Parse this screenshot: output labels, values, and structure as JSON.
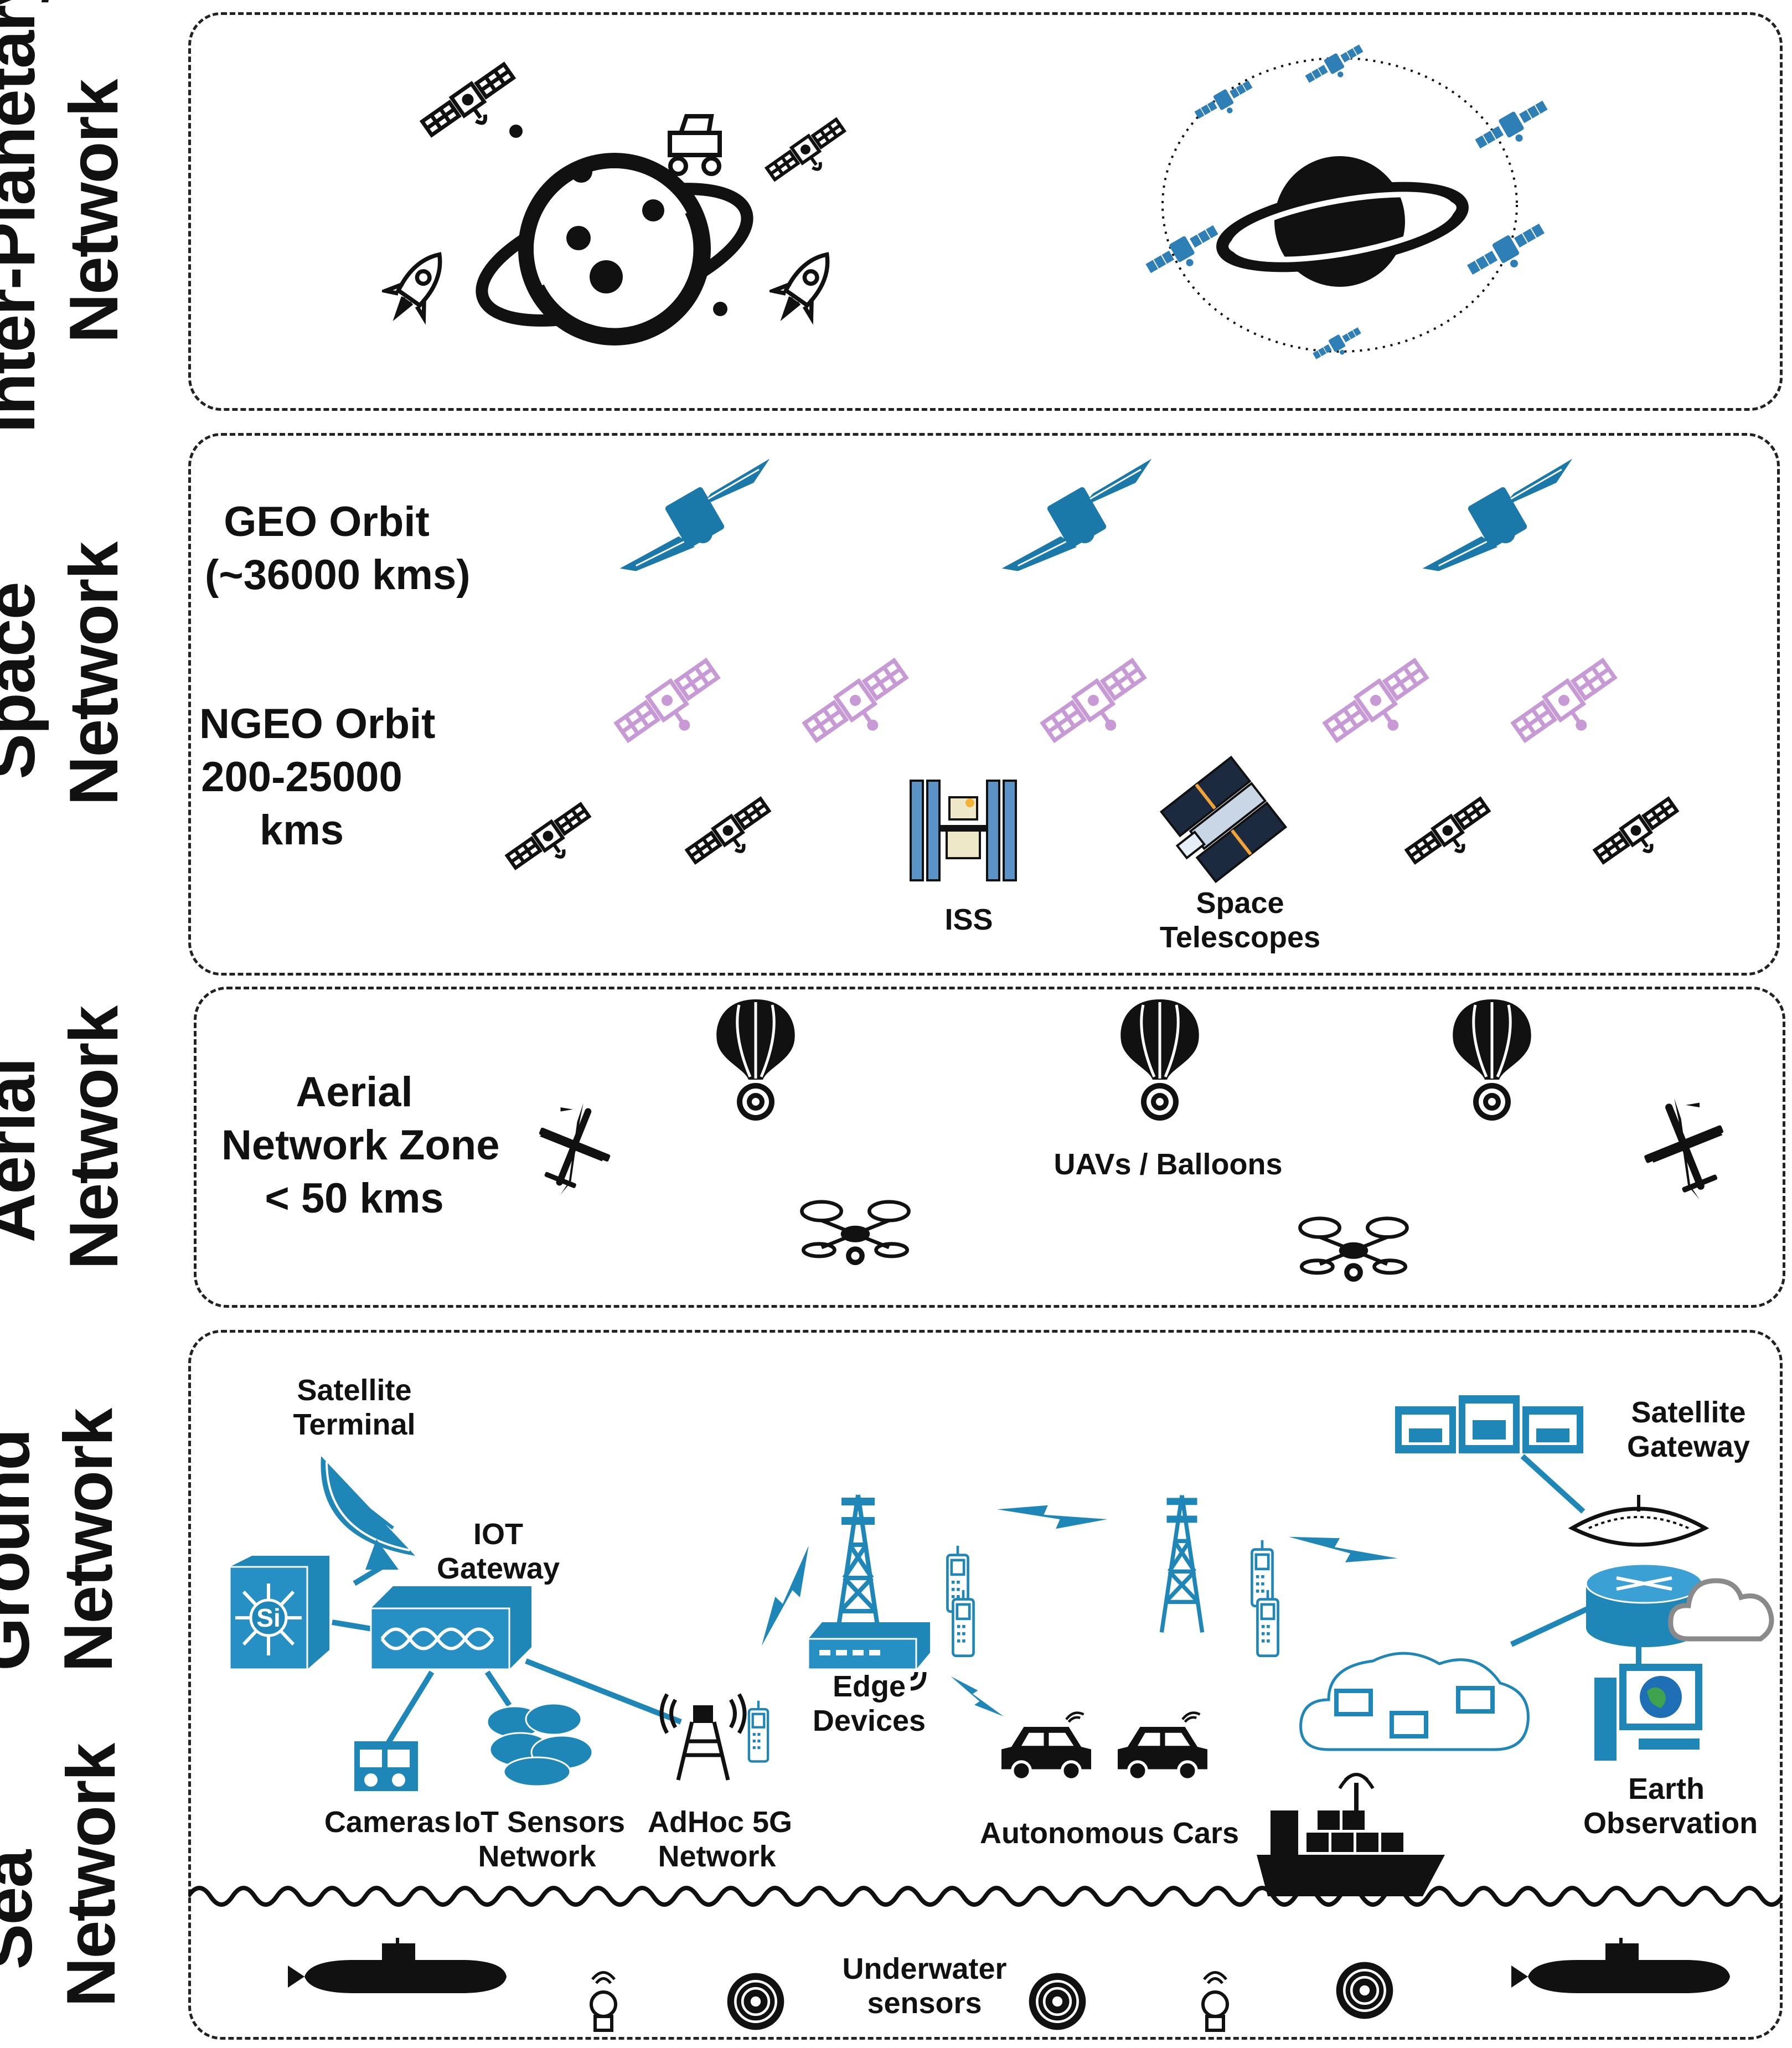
{
  "layers": {
    "interplanetary": {
      "line1": "Inter-Planetary",
      "line2": "Network"
    },
    "space": {
      "line1": "Space",
      "line2": "Network"
    },
    "aerial": {
      "line1": "Aerial",
      "line2": "Network"
    },
    "ground": {
      "line1": "Ground",
      "line2": "Network"
    },
    "sea": {
      "line1": "Sea",
      "line2": "Network"
    }
  },
  "space_labels": {
    "geo": {
      "line1": "GEO Orbit",
      "line2": "(~36000 kms)"
    },
    "ngeo": {
      "line1": "NGEO Orbit",
      "line2": "200-25000",
      "line3": "kms"
    },
    "iss": "ISS",
    "telescopes": {
      "line1": "Space",
      "line2": "Telescopes"
    }
  },
  "aerial_labels": {
    "zone": {
      "line1": "Aerial",
      "line2": "Network Zone",
      "line3": "< 50 kms"
    },
    "uavs": "UAVs / Balloons"
  },
  "ground_labels": {
    "sat_terminal": {
      "line1": "Satellite",
      "line2": "Terminal"
    },
    "iot_gateway": {
      "line1": "IOT",
      "line2": "Gateway"
    },
    "cameras": "Cameras",
    "iot_sensors": {
      "line1": "IoT Sensors",
      "line2": "Network"
    },
    "adhoc": {
      "line1": "AdHoc 5G",
      "line2": "Network"
    },
    "edge": {
      "line1": "Edge",
      "line2": "Devices"
    },
    "cars": "Autonomous Cars",
    "sat_gateway": {
      "line1": "Satellite",
      "line2": "Gateway"
    },
    "earth_obs": {
      "line1": "Earth",
      "line2": "Observation"
    }
  },
  "sea_labels": {
    "underwater": {
      "line1": "Underwater",
      "line2": "sensors"
    }
  },
  "icons": {
    "si_badge": "Si"
  },
  "colors": {
    "accent_blue": "#1F86B8",
    "geo_blue": "#1A79A8",
    "ngeo_purple": "#C79AD6",
    "dark": "#111111"
  }
}
